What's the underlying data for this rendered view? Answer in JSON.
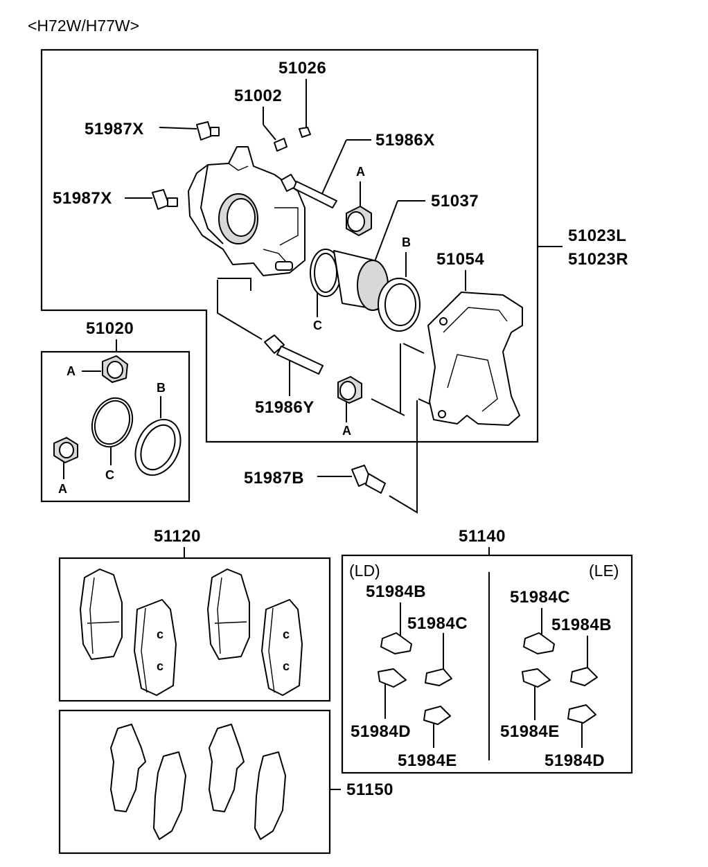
{
  "header": {
    "model_label": "<H72W/H77W>"
  },
  "callouts": {
    "p51026": "51026",
    "p51002": "51002",
    "p51987x_top": "51987X",
    "p51986x": "51986X",
    "p51987x_mid": "51987X",
    "p51037": "51037",
    "p51023l": "51023L",
    "p51023r": "51023R",
    "p51054": "51054",
    "p51020": "51020",
    "p51986y": "51986Y",
    "p51987b": "51987B",
    "p51120": "51120",
    "p51140": "51140",
    "p51150": "51150"
  },
  "letters": {
    "a_upper": "A",
    "b_upper": "B",
    "c_upper": "C",
    "a_lower": "A",
    "kit_a1": "A",
    "kit_a2": "A",
    "kit_b": "B",
    "kit_c": "C"
  },
  "clips": {
    "ld_label": "(LD)",
    "le_label": "(LE)",
    "ld": {
      "c1": "51984B",
      "c2": "51984C",
      "c3": "51984D",
      "c4": "51984E"
    },
    "le": {
      "c1": "51984C",
      "c2": "51984B",
      "c3": "51984E",
      "c4": "51984D"
    }
  }
}
